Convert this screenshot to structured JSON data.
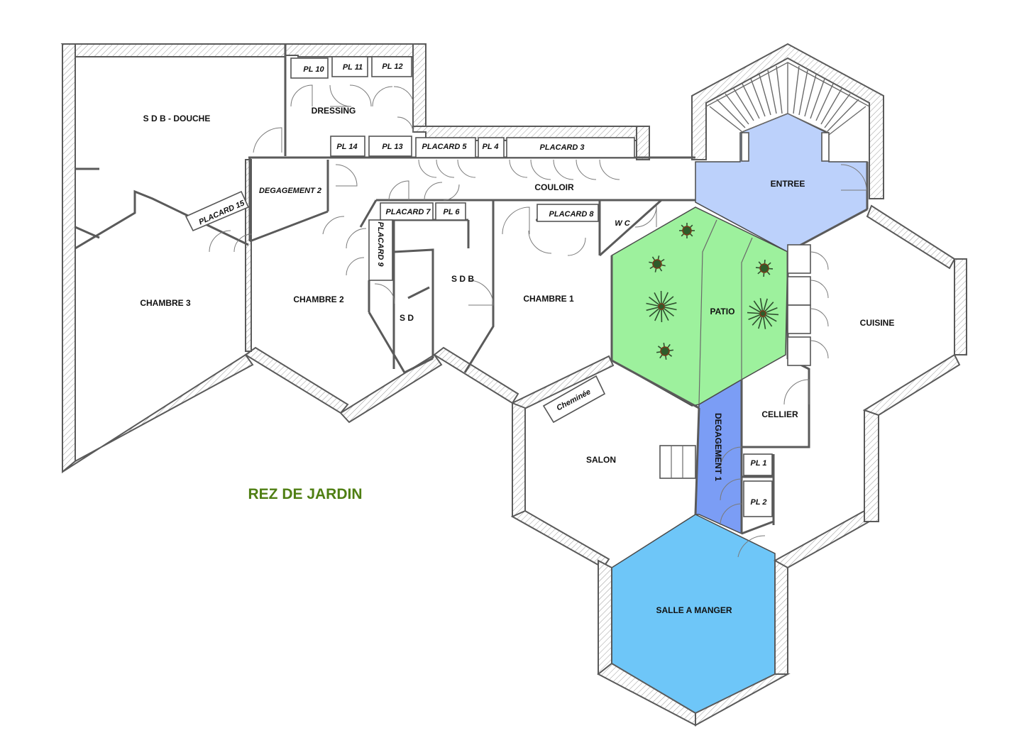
{
  "title": {
    "text": "REZ DE JARDIN",
    "color": "#4f7f13"
  },
  "colors": {
    "entree": "#bcd1fb",
    "patio": "#9df19d",
    "degagement1": "#7b9df5",
    "salle_a_manger": "#6ec6f8",
    "wall": "#5a5a5a"
  },
  "rooms": {
    "sdb_douche": "S D B - DOUCHE",
    "dressing": "DRESSING",
    "pl10": "PL 10",
    "pl11": "PL 11",
    "pl12": "PL 12",
    "pl14": "PL 14",
    "pl13": "PL 13",
    "placard5": "PLACARD 5",
    "pl4": "PL 4",
    "placard3": "PLACARD 3",
    "degagement2": "DEGAGEMENT 2",
    "couloir": "COULOIR",
    "placard15": "PLACARD 15",
    "placard7": "PLACARD 7",
    "pl6": "PL 6",
    "placard9": "PLACARD 9",
    "placard8": "PLACARD 8",
    "wc": "W C",
    "entree": "ENTREE",
    "chambre3": "CHAMBRE 3",
    "chambre2": "CHAMBRE 2",
    "sdb": "S D B",
    "sd": "S D",
    "chambre1": "CHAMBRE 1",
    "patio": "PATIO",
    "cuisine": "CUISINE",
    "cheminee": "Cheminée",
    "cellier": "CELLIER",
    "degagement1": "DEGAGEMENT 1",
    "salon": "SALON",
    "pl1": "PL 1",
    "pl2": "PL 2",
    "salle_a_manger": "SALLE A MANGER"
  }
}
